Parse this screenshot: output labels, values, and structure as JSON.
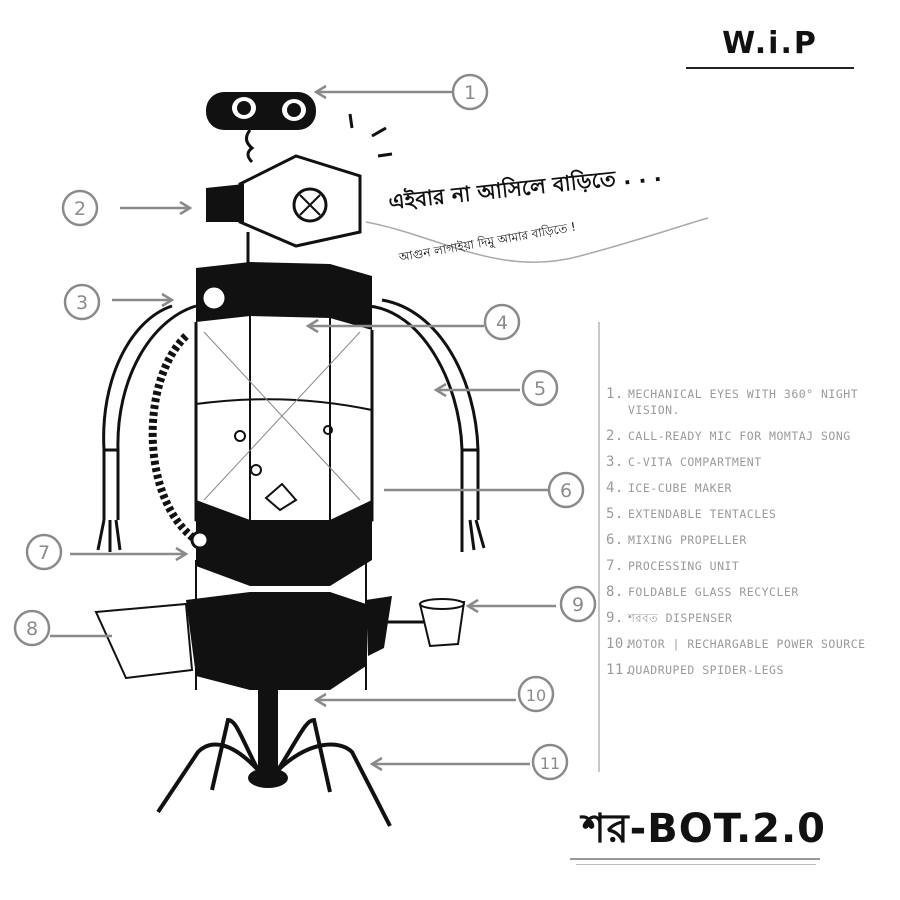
{
  "status_label": "W.i.P",
  "callout": {
    "main": "এইবার না আসিলে বাড়িতে . . .",
    "sub": "আগুন লাগাইয়া দিমু আমার বাড়িতে !"
  },
  "markers": [
    "1",
    "2",
    "3",
    "4",
    "5",
    "6",
    "7",
    "8",
    "9",
    "10",
    "11"
  ],
  "legend": [
    {
      "num": "1.",
      "text": "Mechanical eyes with 360° night vision."
    },
    {
      "num": "2.",
      "text": "Call-ready mic for Momtaj song"
    },
    {
      "num": "3.",
      "text": "C-vita compartment"
    },
    {
      "num": "4.",
      "text": "Ice-cube maker"
    },
    {
      "num": "5.",
      "text": "Extendable tentacles"
    },
    {
      "num": "6.",
      "text": "Mixing propeller"
    },
    {
      "num": "7.",
      "text": "Processing unit"
    },
    {
      "num": "8.",
      "text": "Foldable glass recycler"
    },
    {
      "num": "9.",
      "text": "শরবত dispenser"
    },
    {
      "num": "10.",
      "text": "Motor | Rechargable power source"
    },
    {
      "num": "11.",
      "text": "Quadruped spider-legs"
    }
  ],
  "title": "শর-BOT.2.0"
}
